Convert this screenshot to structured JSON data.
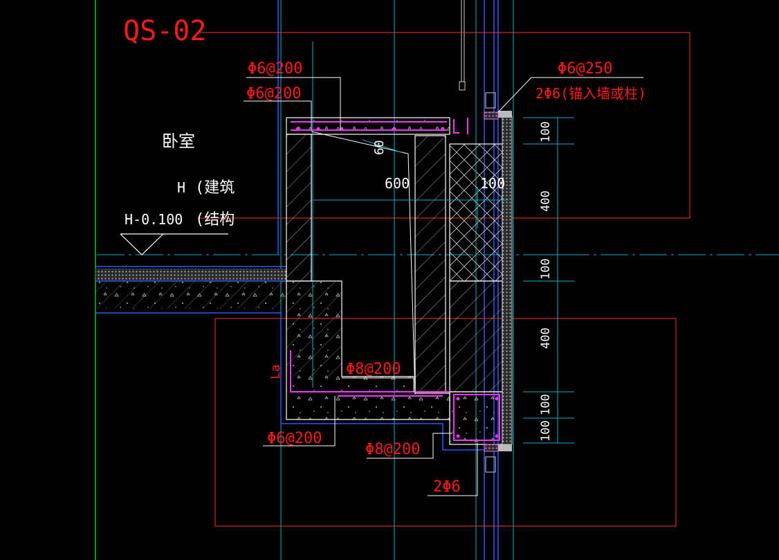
{
  "drawing": {
    "code": "QS-02",
    "room": "卧室",
    "elevation": "H-0.100",
    "level_h": "H",
    "level_note_arch": "(建筑",
    "level_note_struct": "(结构",
    "anchor_mark": "La"
  },
  "rebar_labels": {
    "top_1": "Φ6@200",
    "top_2": "Φ6@200",
    "right_top_1": "Φ6@250",
    "right_top_2": "2Φ6(锚入墙或柱)",
    "mid": "Φ8@200",
    "bottom_left": "Φ6@200",
    "bottom_mid": "Φ8@200",
    "bottom_bar": "2Φ6"
  },
  "dimensions": {
    "horizontal_600": "600",
    "horizontal_100": "100",
    "thickness_60": "60",
    "right_stack": [
      "100",
      "400",
      "100",
      "400",
      "100",
      "100"
    ]
  },
  "colors": {
    "background": "#000000",
    "concrete_outline": "#ffffff",
    "rebar": "#ff33ff",
    "annotation": "#ff1a1a",
    "grid_cyan": "#00b3c7",
    "wall_blue": "#2a5cff",
    "region_box": "#ff3030",
    "axis_green": "#00cc00"
  }
}
